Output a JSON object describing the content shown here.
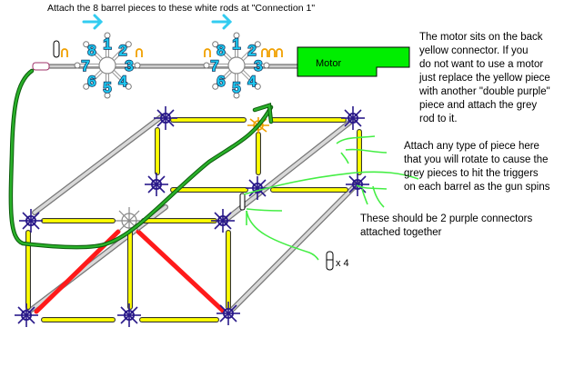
{
  "title": "Attach the 8 barrel pieces to these white rods at \"Connection 1\"",
  "motor": {
    "label": "Motor",
    "color": "#00ee00"
  },
  "barrel_wheels": [
    {
      "name": "front-barrel-wheel",
      "positions": [
        "1",
        "2",
        "3",
        "4",
        "5",
        "6",
        "7",
        "8"
      ]
    },
    {
      "name": "back-barrel-wheel",
      "positions": [
        "1",
        "2",
        "3",
        "4",
        "5",
        "6",
        "7",
        "8"
      ]
    }
  ],
  "notes": {
    "motor_note": "The motor sits on the back\nyellow connector. If you\ndo not want to use a motor\njust replace the yellow piece\nwith another \"double purple\"\npiece and attach the grey\nrod to it.",
    "trigger_note": "Attach any type of piece here\nthat you will rotate to cause the\ngrey pieces to hit the triggers\non each barrel as the gun spins",
    "connector_note": "These should be 2 purple connectors\nattached together",
    "quantity_label": "x 4"
  },
  "colors": {
    "yellow_rod": "#ffff00",
    "grey_rod": "#c8c8c8",
    "red_rod": "#ff1a1a",
    "purple_connector": "#2a1a8a",
    "orange_connector": "#f0a000",
    "green_line": "#1a9a1a",
    "annotation_green": "#44ee44",
    "arrow_blue": "#33ccf0"
  }
}
